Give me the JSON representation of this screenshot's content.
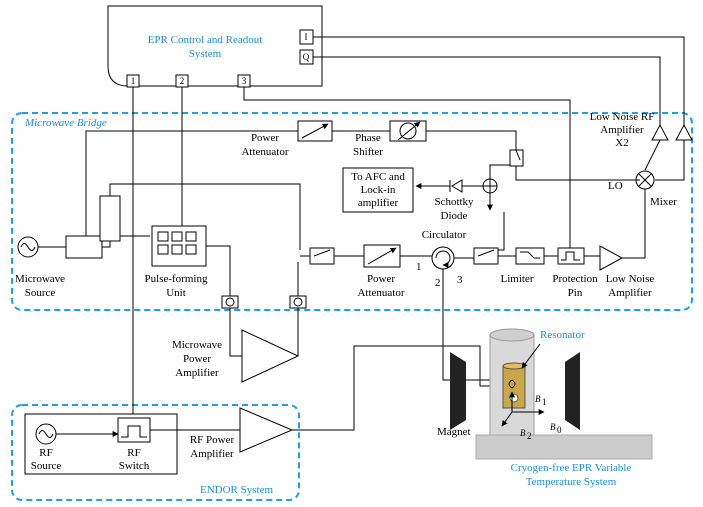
{
  "control": {
    "line1": "EPR Control and Readout",
    "line2": "System",
    "port1": "1",
    "port2": "2",
    "port3": "3",
    "portI": "I",
    "portQ": "Q"
  },
  "bridge_label": "Microwave Bridge",
  "endor_label": "ENDOR System",
  "labels": {
    "power_att_top_1": "Power",
    "power_att_top_2": "Attenuator",
    "phase_1": "Phase",
    "phase_2": "Shifter",
    "lna_rf_1": "Low Noise RF",
    "lna_rf_2": "Amplifier",
    "lna_rf_3": "X2",
    "lo": "LO",
    "mixer": "Mixer",
    "afc_1": "To AFC and",
    "afc_2": "Lock-in",
    "afc_3": "amplifier",
    "schottky_1": "Schottky",
    "schottky_2": "Diode",
    "circulator": "Circulator",
    "c1": "1",
    "c2": "2",
    "c3": "3",
    "mw_source_1": "Microwave",
    "mw_source_2": "Source",
    "pfu_1": "Pulse-forming",
    "pfu_2": "Unit",
    "power_att_2_1": "Power",
    "power_att_2_2": "Attenuator",
    "limiter": "Limiter",
    "prot_1": "Protection",
    "prot_2": "Pin",
    "lna_1": "Low Noise",
    "lna_2": "Amplifier",
    "mwpa_1": "Microwave",
    "mwpa_2": "Power",
    "mwpa_3": "Amplifier",
    "rf_source_1": "RF",
    "rf_source_2": "Source",
    "rf_switch_1": "RF",
    "rf_switch_2": "Switch",
    "rfpa_1": "RF Power",
    "rfpa_2": "Amplifier",
    "resonator": "Resonator",
    "magnet": "Magnet",
    "b1": "B",
    "b1sub": "1",
    "b0": "B",
    "b0sub": "0",
    "b2": "B",
    "b2sub": "2",
    "cryo_1": "Cryogen-free EPR Variable",
    "cryo_2": "Temperature System"
  }
}
